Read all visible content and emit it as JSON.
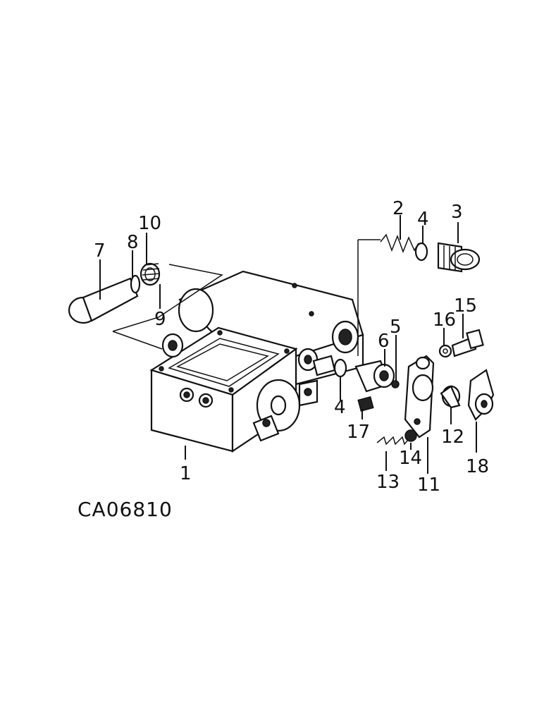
{
  "figure_id": "CA06810",
  "callouts": {
    "c1": "1",
    "c2": "2",
    "c3": "3",
    "c4a": "4",
    "c4b": "4",
    "c5": "5",
    "c6": "6",
    "c7": "7",
    "c8": "8",
    "c9": "9",
    "c10": "10",
    "c11": "11",
    "c12": "12",
    "c13": "13",
    "c14": "14",
    "c15": "15",
    "c16": "16",
    "c17": "17",
    "c18": "18"
  }
}
